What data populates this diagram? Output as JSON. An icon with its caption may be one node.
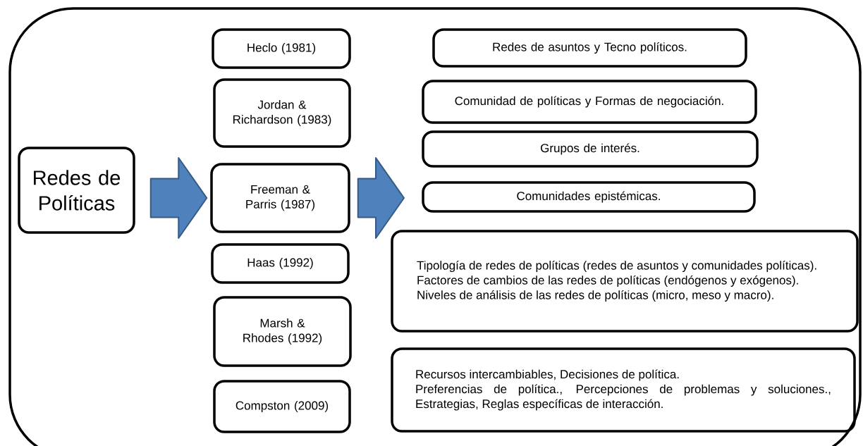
{
  "diagram": {
    "nodes": [
      {
        "text": [],
        "shape": "box"
      },
      {
        "text": [
          "Redes de Políticas"
        ],
        "in": 0
      },
      {
        "text": [
          "Heclo (1981)"
        ],
        "in": 0
      },
      {
        "text": [
          "Jordan & Richardson (1983)"
        ],
        "in": 0
      },
      {
        "text": [
          "Freeman & Parris (1987)"
        ],
        "in": 0
      },
      {
        "text": [
          "Haas (1992)"
        ],
        "in": 0
      },
      {
        "text": [
          "Marsh & Rhodes (1992)"
        ],
        "in": 0
      },
      {
        "text": [
          "Compston (2009)"
        ],
        "in": 0
      },
      {
        "text": [
          "Redes de asuntos y Tecno políticos."
        ],
        "in": 0
      },
      {
        "text": [
          "Comunidad de políticas y Formas de negociación."
        ],
        "in": 0
      },
      {
        "text": [
          "Grupos de interés."
        ],
        "in": 0
      },
      {
        "text": [
          "Comunidades epistémicas."
        ],
        "in": 0
      },
      {
        "text": [
          "Tipología de redes de políticas (redes de asuntos y comunidades políticas).",
          "Factores de cambios de las redes de políticas (endógenos y exógenos).",
          "Niveles de análisis de las redes de políticas (micro, meso y macro)."
        ],
        "in": 0
      },
      {
        "text": [
          "Recursos intercambiables, Decisiones de política.",
          "Preferencias de política., Percepciones de problemas y soluciones., Estrategias, Reglas específicas de interacción."
        ],
        "in": 0
      }
    ],
    "edges": [
      {
        "from": 1,
        "to": 4,
        "arrow": "to"
      },
      {
        "from": 4,
        "to": null,
        "arrow": "to"
      }
    ]
  }
}
